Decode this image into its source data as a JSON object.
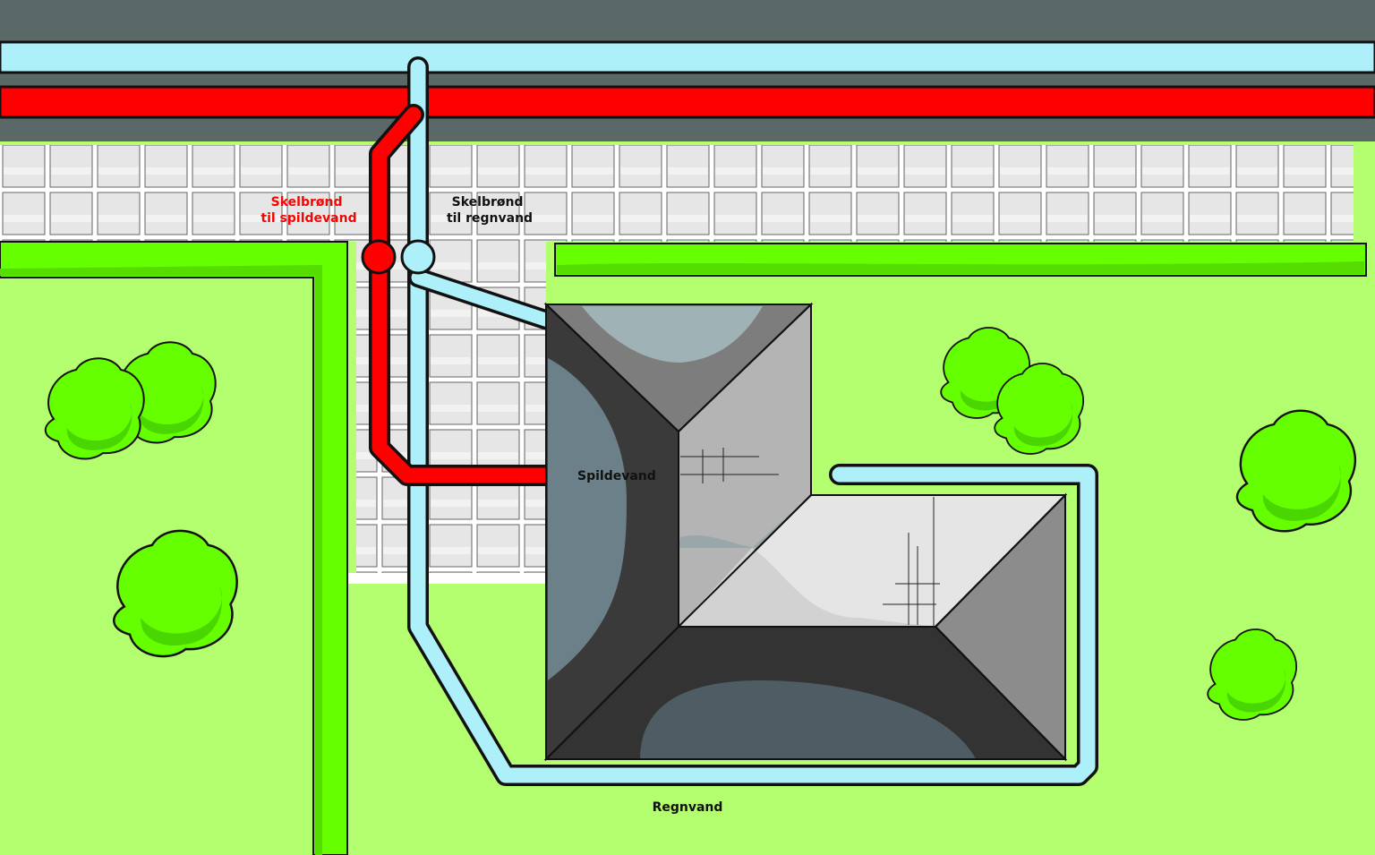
{
  "labels": {
    "waste_well": [
      "Skelbrønd",
      "til spildevand"
    ],
    "rain_well": [
      "Skelbrønd",
      "til regnvand"
    ],
    "waste_water": "Spildevand",
    "rain_water": "Regnvand"
  },
  "colors": {
    "grass": "#b3ff70",
    "hedge": "#66ff00",
    "hedge_dark": "#55dd00",
    "street": "#5a6868",
    "paving": "#e8e8e8",
    "waste_pipe": "#ff0000",
    "rain_pipe": "#aef0fa",
    "outline": "#111111",
    "waste_label": "#ff0000",
    "text": "#111111"
  },
  "icons": [
    "tree-icon",
    "manhole-icon"
  ]
}
